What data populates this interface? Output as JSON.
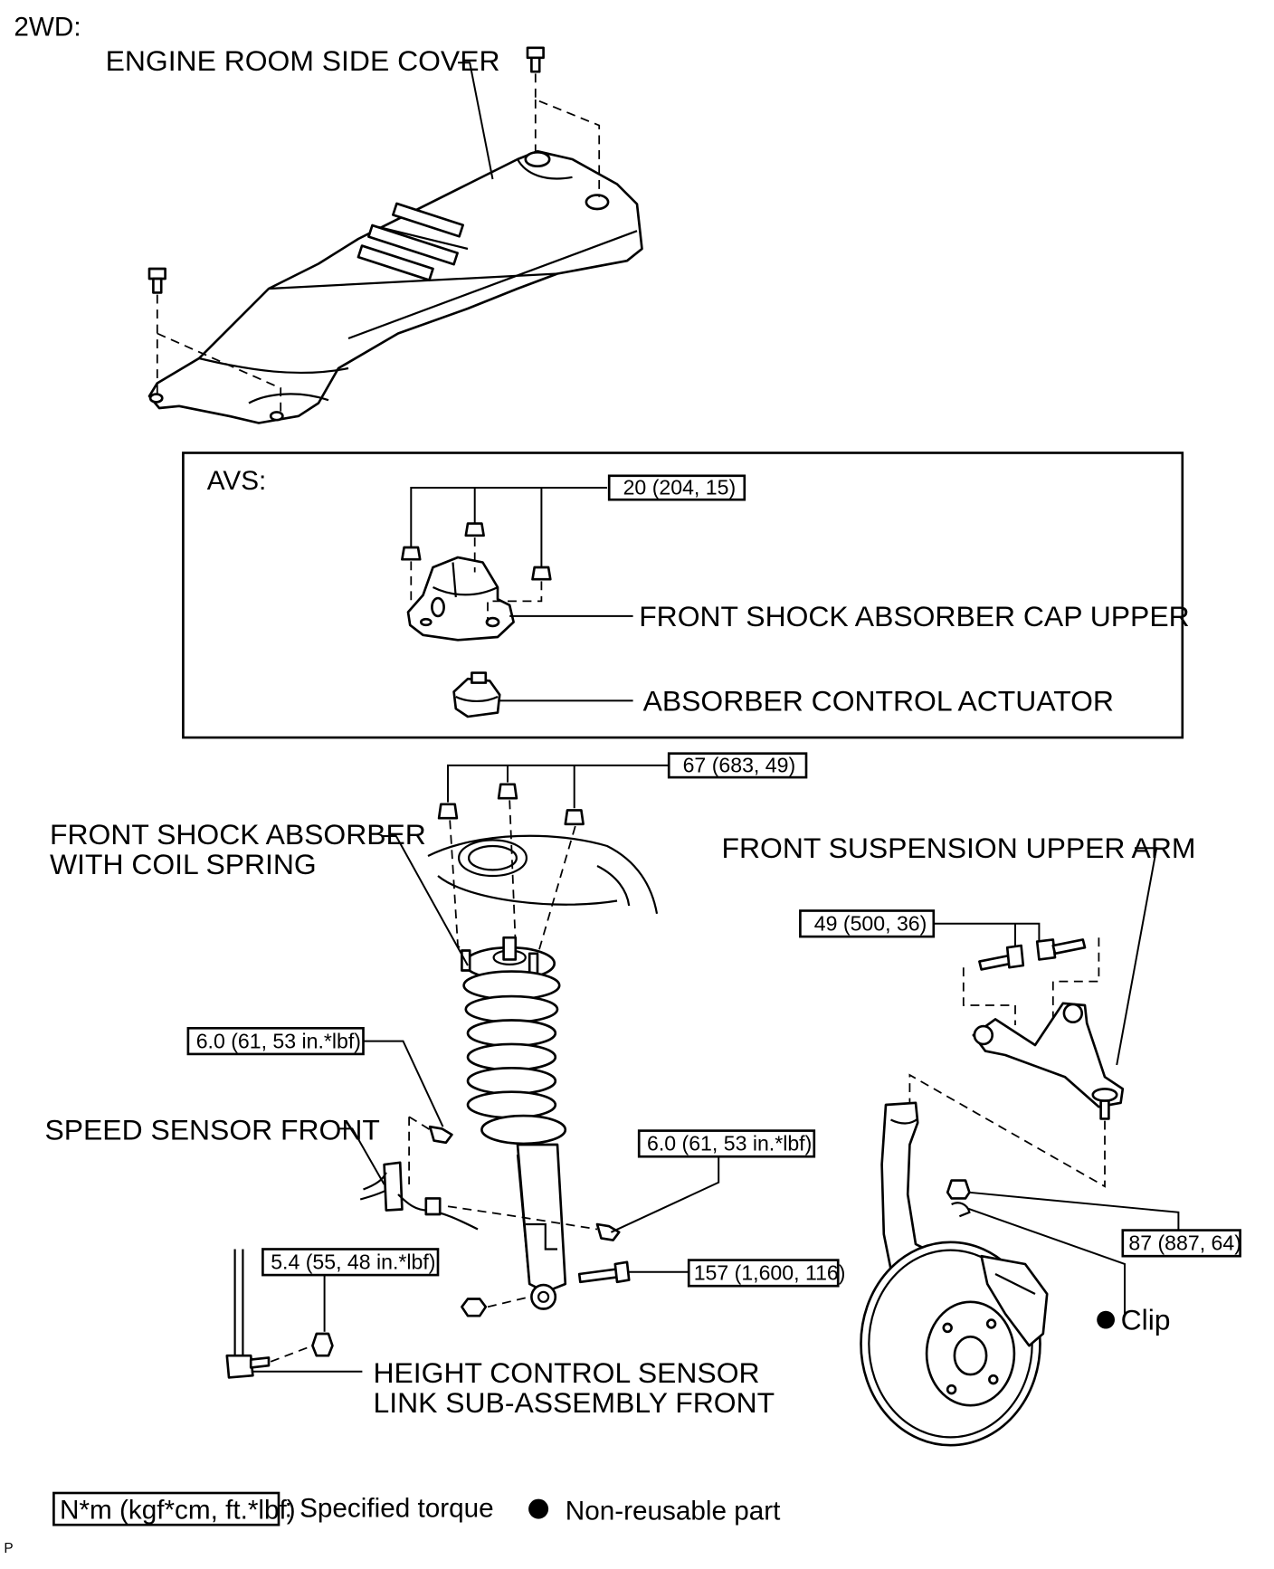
{
  "header": {
    "variant": "2WD:",
    "avs_title": "AVS:"
  },
  "labels": {
    "engine_room_side_cover": "ENGINE ROOM SIDE COVER",
    "front_shock_absorber_cap_upper": "FRONT SHOCK ABSORBER CAP UPPER",
    "absorber_control_actuator": "ABSORBER CONTROL ACTUATOR",
    "front_shock_absorber_line1": "FRONT SHOCK ABSORBER",
    "front_shock_absorber_line2": "WITH COIL SPRING",
    "front_suspension_upper_arm": "FRONT SUSPENSION UPPER ARM",
    "speed_sensor_front": "SPEED SENSOR FRONT",
    "height_control_line1": "HEIGHT CONTROL SENSOR",
    "height_control_line2": "LINK SUB-ASSEMBLY FRONT",
    "clip": "Clip"
  },
  "torques": {
    "cap_upper_nuts": "20 (204, 15)",
    "strut_upper_nuts": "67 (683, 49)",
    "upper_arm_bolts": "49 (500, 36)",
    "speed_sensor_bolt_left": "6.0 (61, 53 in.*lbf)",
    "speed_sensor_bolt_right": "6.0 (61, 53 in.*lbf)",
    "height_link_nut": "5.4 (55, 48 in.*lbf)",
    "lower_bolt": "157 (1,600, 116)",
    "ball_joint_nut": "87 (887, 64)"
  },
  "legend": {
    "torque_unit": "N*m (kgf*cm, ft.*lbf)",
    "torque_desc": ": Specified torque",
    "nonreusable_desc": "Non-reusable part"
  },
  "footer": {
    "corner_mark": "P"
  }
}
